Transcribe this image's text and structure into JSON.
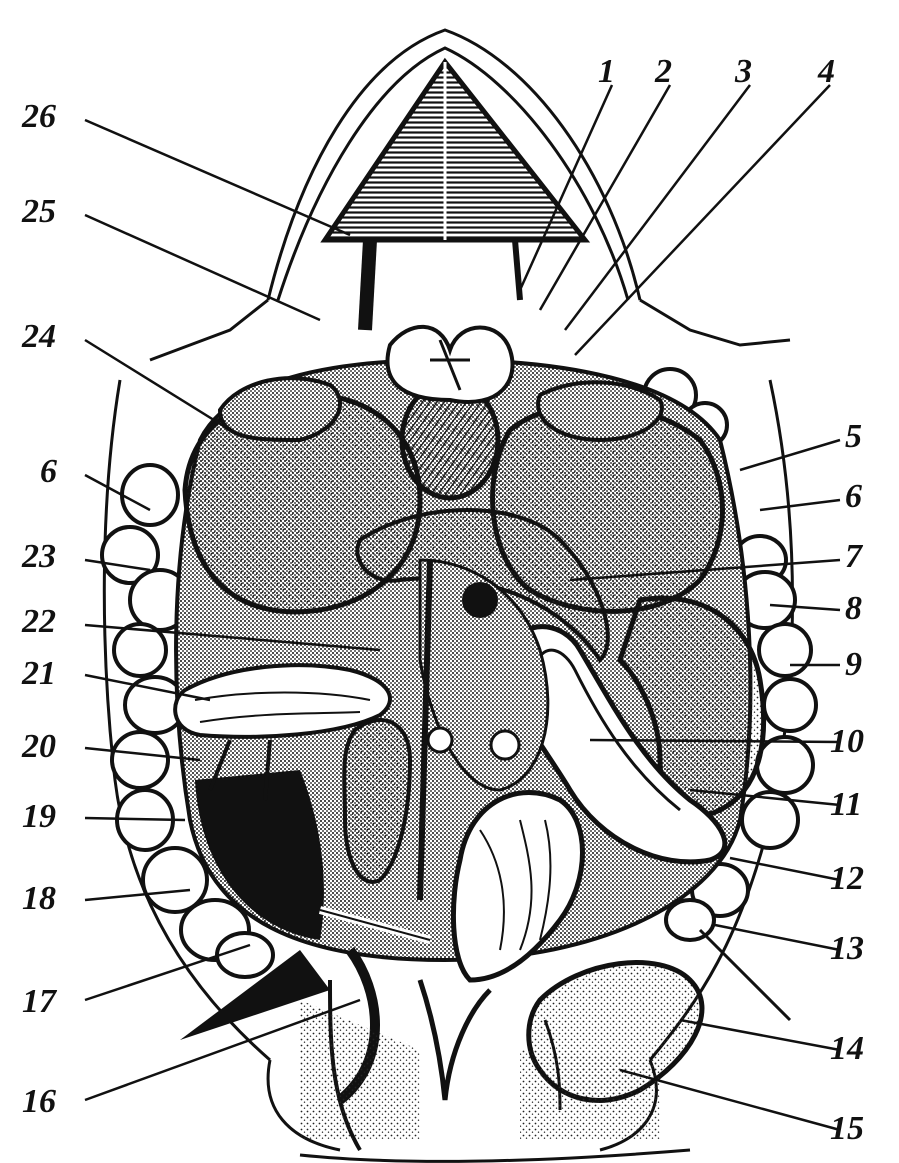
{
  "labels": {
    "l1": "1",
    "l2": "2",
    "l3": "3",
    "l4": "4",
    "l5": "5",
    "l6a": "6",
    "l6b": "6",
    "l7": "7",
    "l8": "8",
    "l9": "9",
    "l10": "10",
    "l11": "11",
    "l12": "12",
    "l13": "13",
    "l14": "14",
    "l15": "15",
    "l16": "16",
    "l17": "17",
    "l18": "18",
    "l19": "19",
    "l20": "20",
    "l21": "21",
    "l22": "22",
    "l23": "23",
    "l24": "24",
    "l25": "25",
    "l26": "26"
  },
  "colors": {
    "ink": "#111111",
    "paper": "#ffffff",
    "stipple": "#3a3a3a"
  }
}
